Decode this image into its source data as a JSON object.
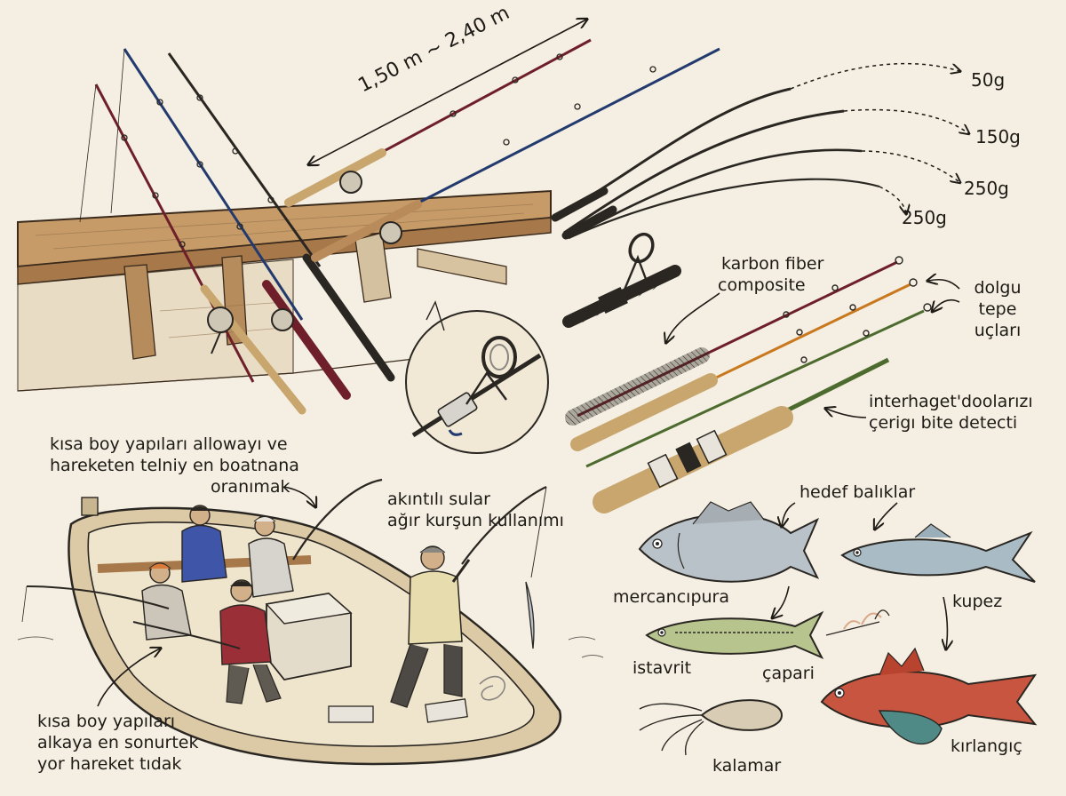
{
  "rod_section": {
    "length_range": "1,50 m ~ 2,40 m",
    "weights": [
      "50g",
      "150g",
      "250g",
      "250g"
    ],
    "material_label": [
      "karbon fiber",
      "composite"
    ],
    "tip_label": [
      "dolgu",
      "tepe",
      "uçları"
    ],
    "detect_label": [
      "interhaget'doolarızı",
      "çerigı bite detecti"
    ]
  },
  "boat_section": {
    "note_top": [
      "kısa boy yapıları allowayı ve",
      "hareketen telniy en boatnana",
      "oranımak"
    ],
    "current_note": [
      "akıntılı sular",
      "ağır kurşun kullanımı"
    ],
    "note_bottom": [
      "kısa boy yapıları",
      "alkaya en sonurtek",
      "yor hareket tıdak"
    ]
  },
  "fish_section": {
    "title": "hedef balıklar",
    "fish": [
      {
        "name": "mercancıpura",
        "color": "#b9c2c8"
      },
      {
        "name": "kupez",
        "color": "#a9bcc6"
      },
      {
        "name": "istavrit",
        "color": "#b7c48e"
      },
      {
        "name": "çapari",
        "color": "#d9a98a"
      },
      {
        "name": "kalamar",
        "color": "#d8cdb4"
      },
      {
        "name": "kırlangıç",
        "color": "#c8553f"
      }
    ]
  },
  "colors": {
    "paper": "#f4efe2",
    "ink": "#1e1a16",
    "wood": "#b98a5a",
    "cork": "#c8a66e",
    "rod_maroon": "#6e1f2a",
    "rod_navy": "#233a6e",
    "rod_green": "#4d6b2e",
    "rod_orange": "#c9781e"
  }
}
